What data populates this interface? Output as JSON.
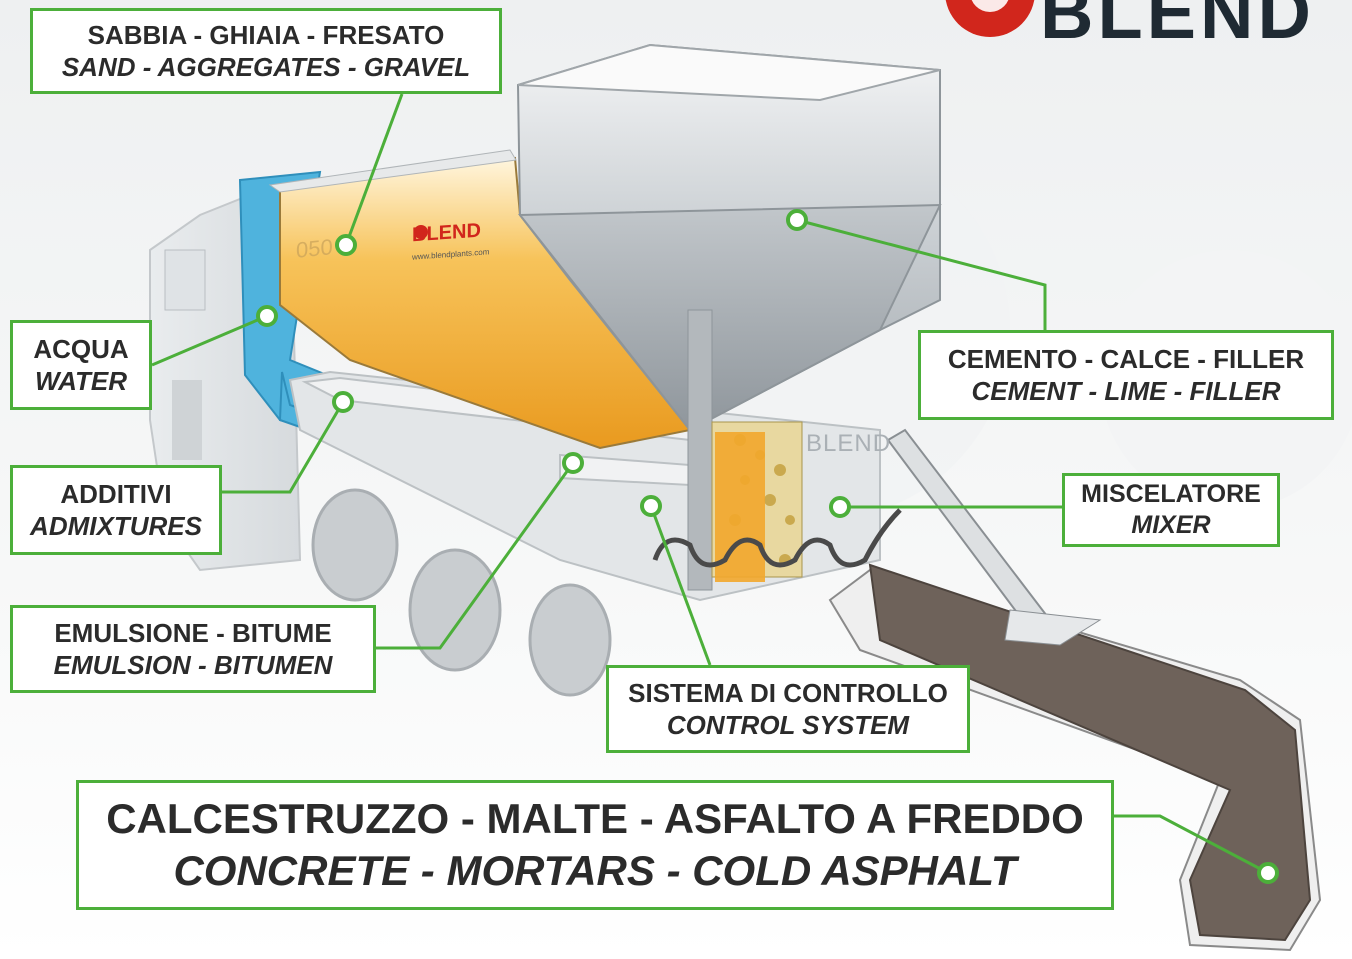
{
  "brand": {
    "logo_text": "BLEND"
  },
  "truck": {
    "logo_text": "BLEND",
    "url": "www.blendplants.com",
    "number": "050",
    "side_text": "BLEND"
  },
  "labels": {
    "sand": {
      "it": "SABBIA - GHIAIA - FRESATO",
      "en": "SAND - AGGREGATES - GRAVEL"
    },
    "water": {
      "it": "ACQUA",
      "en": "WATER"
    },
    "additives": {
      "it": "ADDITIVI",
      "en": "ADMIXTURES"
    },
    "emulsion": {
      "it": "EMULSIONE - BITUME",
      "en": "EMULSION - BITUMEN"
    },
    "cement": {
      "it": "CEMENTO - CALCE - FILLER",
      "en": "CEMENT - LIME - FILLER"
    },
    "mixer": {
      "it": "MISCELATORE",
      "en": "MIXER"
    },
    "control": {
      "it": "SISTEMA DI CONTROLLO",
      "en": "CONTROL SYSTEM"
    },
    "products": {
      "it": "CALCESTRUZZO - MALTE - ASFALTO A FREDDO",
      "en": "CONCRETE - MORTARS - COLD ASPHALT"
    }
  },
  "colors": {
    "accent_green": "#4caf3a",
    "water_blue": "#4fb3dd",
    "aggregate_orange": "#f2a72c",
    "hopper_grey": "#b9bec2",
    "mix_brown": "#6e625a",
    "brand_red": "#d1261c"
  }
}
